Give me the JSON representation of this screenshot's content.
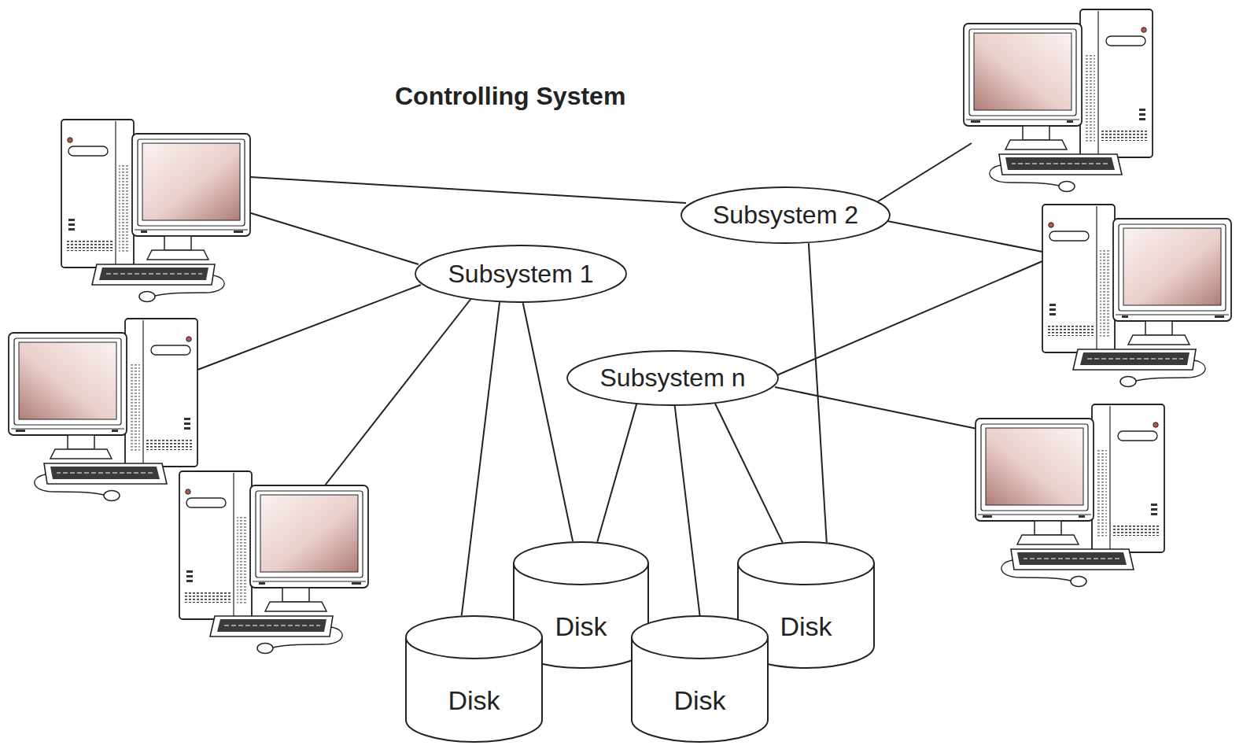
{
  "diagram": {
    "nodes": [
      {
        "text": [
          "Controlling System"
        ]
      },
      {
        "text": [
          "Subsystem 1"
        ],
        "in": 0
      },
      {
        "text": [
          "Subsystem 2"
        ],
        "in": 0
      },
      {
        "text": [
          "Subsystem n"
        ],
        "in": 0
      },
      {
        "text": [
          "Disk"
        ]
      },
      {
        "text": [
          "Disk"
        ]
      },
      {
        "text": [
          "Disk"
        ]
      },
      {
        "text": [
          "Disk"
        ]
      }
    ],
    "edges": [
      {
        "from": 1,
        "to": 4,
        "arrow": "none"
      },
      {
        "from": 1,
        "to": 5,
        "arrow": "none"
      },
      {
        "from": 2,
        "to": 7,
        "arrow": "none"
      },
      {
        "from": 3,
        "to": 5,
        "arrow": "none"
      },
      {
        "from": 3,
        "to": 6,
        "arrow": "none"
      },
      {
        "from": 3,
        "to": 7,
        "arrow": "none"
      }
    ]
  }
}
